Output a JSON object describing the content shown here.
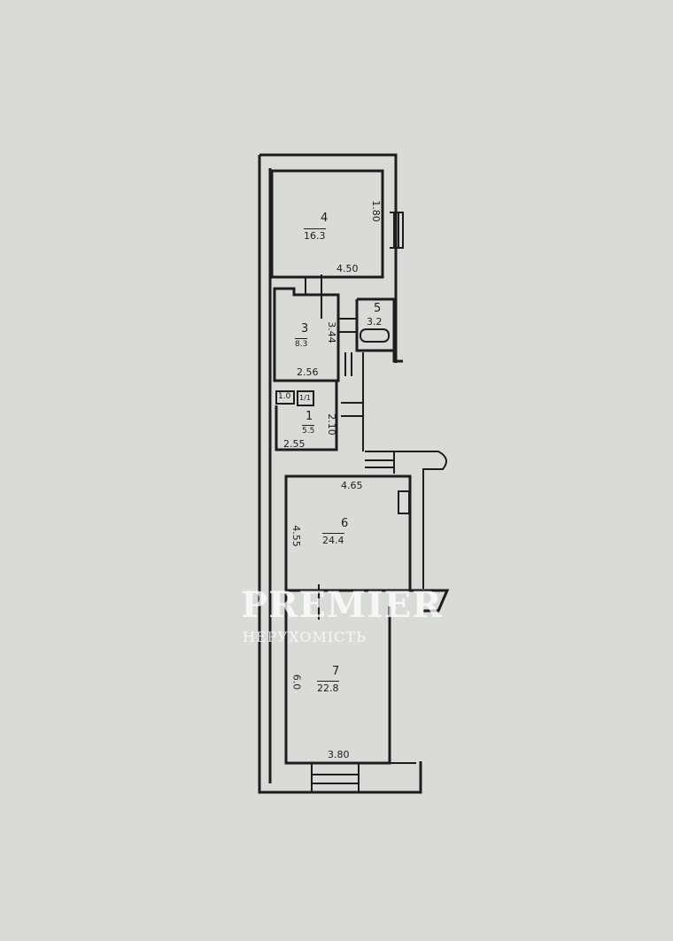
{
  "rooms": [
    {
      "number": "4",
      "area": "16.3",
      "dims": [
        "1.80",
        "4.50"
      ]
    },
    {
      "number": "3",
      "area": "8.3",
      "dims": [
        "3.44",
        "2.56"
      ]
    },
    {
      "number": "5",
      "area": "3.2"
    },
    {
      "number": "1",
      "area": "5.5",
      "dims": [
        "2.10",
        "2.55"
      ]
    },
    {
      "number": "6",
      "area": "24.4",
      "dims": [
        "4.65",
        "4.55"
      ]
    },
    {
      "number": "7",
      "area": "22.8",
      "dims": [
        "6.0",
        "3.80"
      ]
    }
  ],
  "fixtures": {
    "stove": "1/1",
    "boiler": "1.0"
  },
  "watermark": {
    "brand": "PREMIER",
    "sub": "НЕРУХОМІСТЬ"
  },
  "colors": {
    "paper": "#d9dbd6",
    "ink": "#1d1d1d"
  }
}
